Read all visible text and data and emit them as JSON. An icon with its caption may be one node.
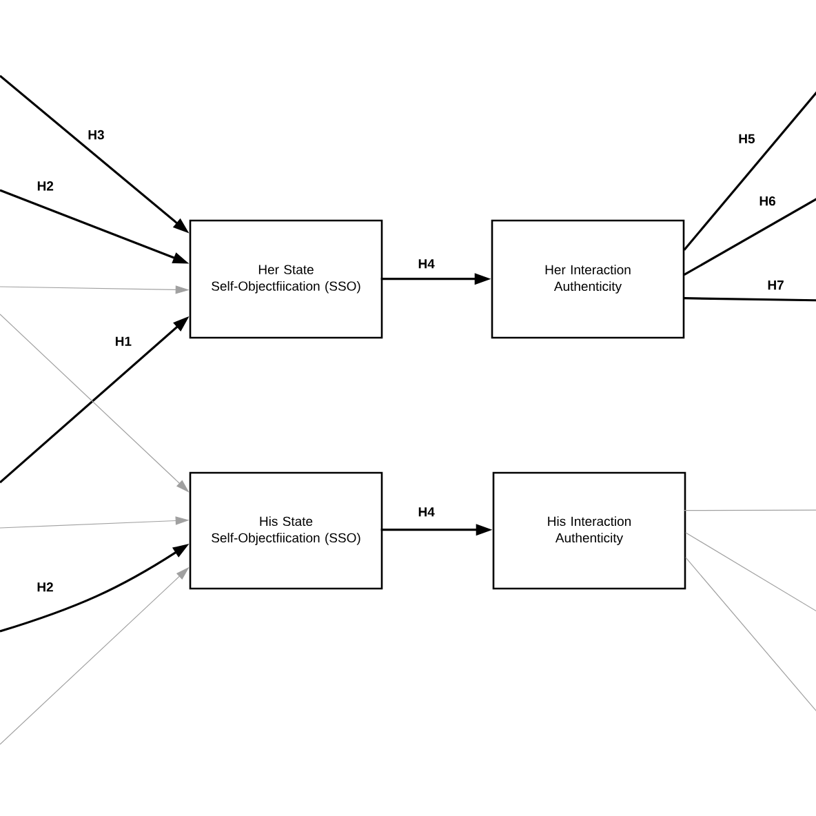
{
  "diagram": {
    "nodes": [
      {
        "text": [
          "Her State Self-Objectfiication (SSO)"
        ]
      },
      {
        "text": [
          "Her Interaction Authenticity"
        ]
      },
      {
        "text": [
          "His State Self-Objectfiication (SSO)"
        ]
      },
      {
        "text": [
          "His Interaction Authenticity"
        ]
      }
    ],
    "edges": [
      {
        "from": null,
        "to": 0,
        "arrow": "to",
        "label": "H3"
      },
      {
        "from": null,
        "to": 0,
        "arrow": "to",
        "label": "H2"
      },
      {
        "from": null,
        "to": 0,
        "arrow": "to",
        "color": "#a0a0a0"
      },
      {
        "from": null,
        "to": 0,
        "arrow": "to",
        "label": "H1"
      },
      {
        "from": null,
        "to": 2,
        "arrow": "to",
        "color": "#a0a0a0"
      },
      {
        "from": null,
        "to": 2,
        "arrow": "to",
        "color": "#a0a0a0"
      },
      {
        "from": null,
        "to": 2,
        "arrow": "to",
        "label": "H2"
      },
      {
        "from": null,
        "to": 2,
        "arrow": "to",
        "color": "#a0a0a0"
      },
      {
        "from": 0,
        "to": 1,
        "arrow": "to",
        "label": "H4"
      },
      {
        "from": 2,
        "to": 3,
        "arrow": "to",
        "label": "H4"
      },
      {
        "from": 1,
        "to": null,
        "arrow": "none",
        "label": "H5"
      },
      {
        "from": 1,
        "to": null,
        "arrow": "none",
        "label": "H6"
      },
      {
        "from": 1,
        "to": null,
        "arrow": "none",
        "label": "H7"
      },
      {
        "from": 3,
        "to": null,
        "arrow": "none",
        "color": "#a0a0a0"
      },
      {
        "from": 3,
        "to": null,
        "arrow": "none",
        "color": "#a0a0a0"
      },
      {
        "from": 3,
        "to": null,
        "arrow": "none",
        "color": "#a0a0a0"
      }
    ]
  }
}
